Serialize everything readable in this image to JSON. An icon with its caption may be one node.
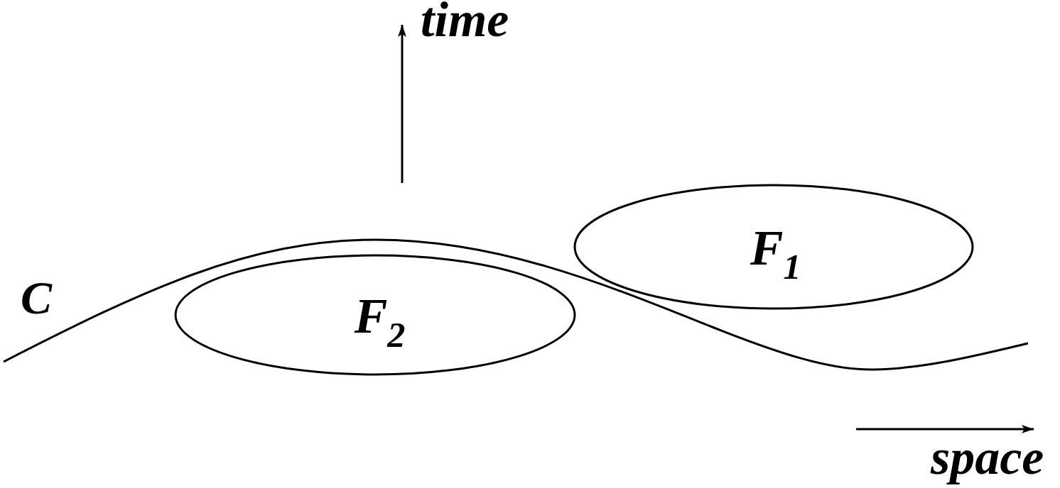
{
  "diagram": {
    "nodes": [
      {
        "text": [
          "F$_{1}$"
        ]
      },
      {
        "text": [
          "F$_{2}$"
        ]
      }
    ],
    "labels": [
      "time",
      "C",
      "space"
    ]
  }
}
